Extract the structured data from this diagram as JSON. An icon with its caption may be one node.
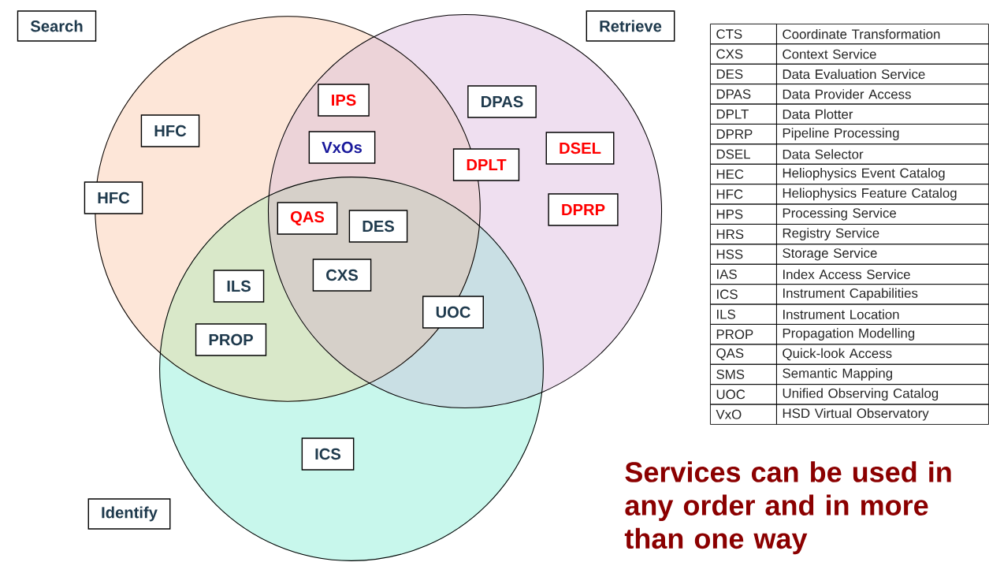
{
  "diagram": {
    "nodes": [
      {
        "text": [
          "Search"
        ]
      },
      {
        "text": [
          "Retrieve"
        ]
      },
      {
        "text": [],
        "shape": "circle"
      },
      {
        "text": [],
        "shape": "circle"
      },
      {
        "text": [],
        "shape": "circle"
      },
      {
        "text": [
          "IPS"
        ]
      },
      {
        "text": [
          "DPAS"
        ],
        "in": 3
      },
      {
        "text": [
          "HFC"
        ],
        "in": 2
      },
      {
        "text": [
          "VxOs"
        ]
      },
      {
        "text": [
          "DSEL"
        ],
        "in": 3
      },
      {
        "text": [
          "DPLT"
        ],
        "in": 3
      },
      {
        "text": [
          "HFC"
        ],
        "in": 2
      },
      {
        "text": [
          "DPRP"
        ],
        "in": 3
      },
      {
        "text": [
          "QAS"
        ]
      },
      {
        "text": [
          "DES"
        ]
      },
      {
        "text": [
          "CXS"
        ]
      },
      {
        "text": [
          "ILS"
        ]
      },
      {
        "text": [
          "UOC"
        ]
      },
      {
        "text": [
          "PROP"
        ]
      },
      {
        "text": [
          "ICS"
        ],
        "in": 4
      },
      {
        "text": [
          "Identify"
        ]
      }
    ],
    "labels": [
      "CTS",
      "Coordinate Transformation",
      "CXS",
      "Context Service",
      "DES",
      "Data Evaluation Service",
      "DPAS",
      "Data Provider Access",
      "DPLT",
      "Data Plotter",
      "DPRP",
      "Pipeline Processing",
      "DSEL",
      "Data Selector",
      "HEC",
      "Heliophysics Event Catalog",
      "HFC",
      "Heliophysics Feature Catalog",
      "HPS",
      "Processing Service",
      "HRS",
      "Registry Service",
      "HSS",
      "Storage Service",
      "IAS",
      "Index Access Service",
      "ICS",
      "Instrument Capabilities",
      "ILS",
      "Instrument Location",
      "PROP",
      "Propagation Modelling",
      "QAS",
      "Quick-look Access",
      "SMS",
      "Semantic Mapping",
      "UOC",
      "Unified Observing Catalog",
      "VxO",
      "HSD Virtual Observatory",
      "Services can be used in any order and in more than one way"
    ]
  }
}
